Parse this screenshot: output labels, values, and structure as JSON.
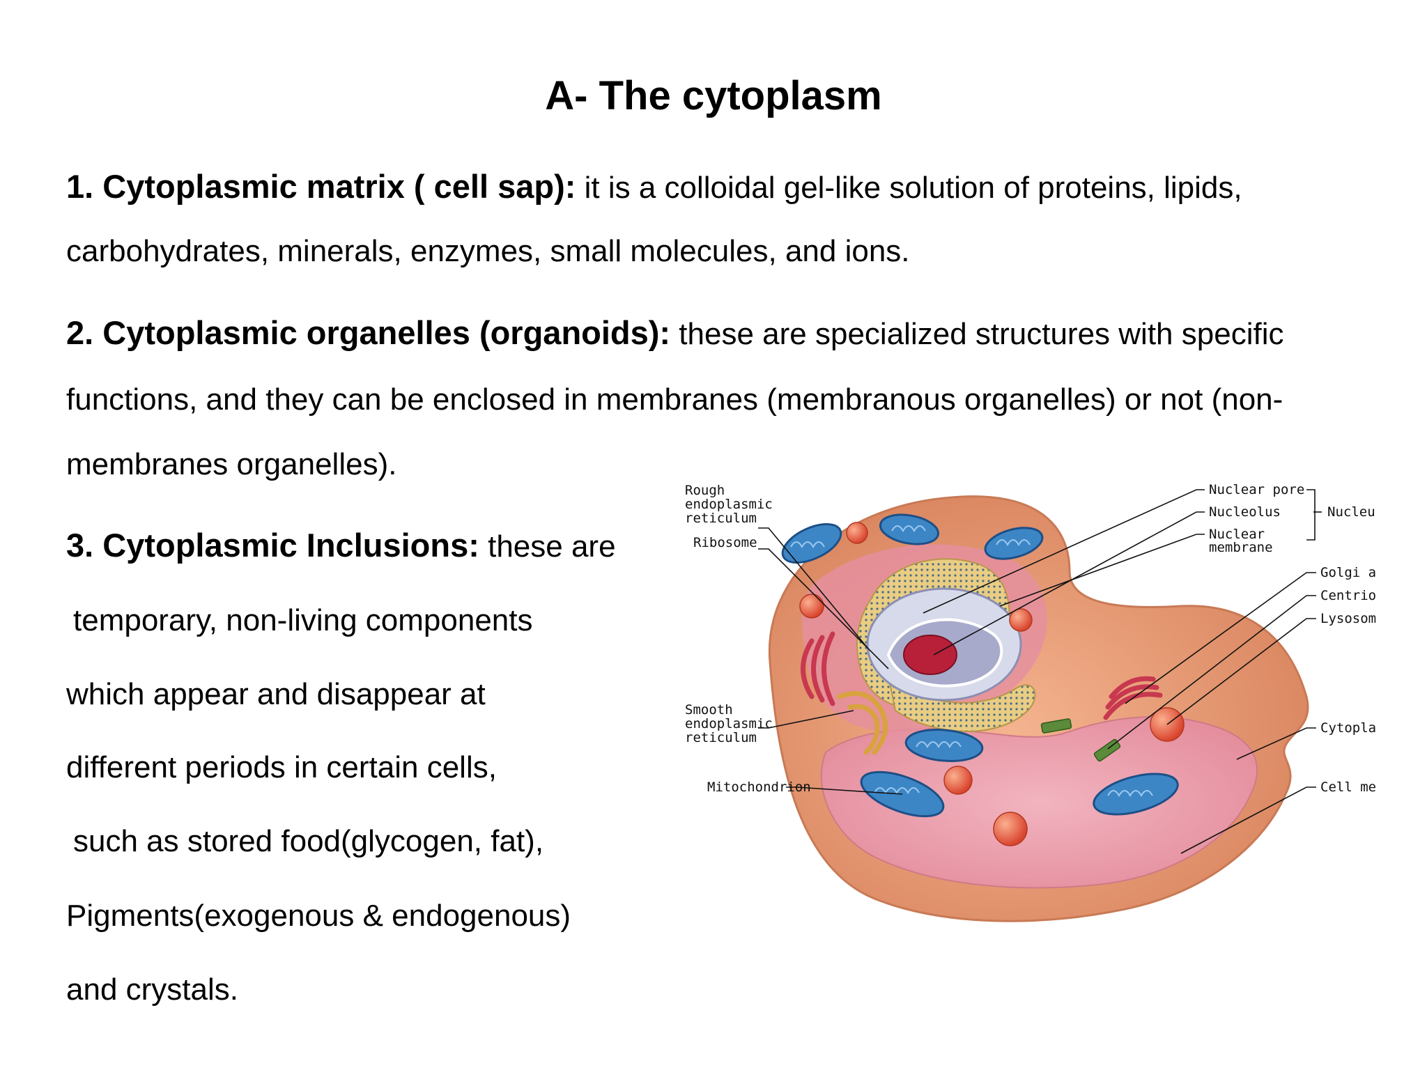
{
  "title": "A- The cytoplasm",
  "points": {
    "p1": {
      "heading": "1. Cytoplasmic matrix ( cell sap):",
      "text_line1": " it is a colloidal gel-like solution of  proteins, lipids,",
      "text_line2": "carbohydrates, minerals, enzymes, small molecules, and ions."
    },
    "p2": {
      "heading": "2. Cytoplasmic organelles (organoids):",
      "text_line1": " these are specialized structures with specific",
      "text_line2": "functions, and they can be enclosed in membranes (membranous organelles) or not (non-",
      "text_line3": "membranes organelles)."
    },
    "p3": {
      "heading": "3. Cytoplasmic Inclusions:",
      "lines": [
        " these are",
        " temporary, non-living components",
        "which appear and disappear at",
        "different periods  in certain cells,",
        " such as stored food(glycogen, fat),",
        "Pigments(exogenous & endogenous)",
        "and crystals."
      ]
    }
  },
  "diagram": {
    "labels": {
      "rough_er_1": "Rough",
      "rough_er_2": "endoplasmic",
      "rough_er_3": "reticulum",
      "ribosome": "Ribosome",
      "smooth_er_1": "Smooth",
      "smooth_er_2": "endoplasmic",
      "smooth_er_3": "reticulum",
      "mitochondrion": "Mitochondrion",
      "nuclear_pore": "Nuclear pore",
      "nucleolus": "Nucleolus",
      "nuclear_membrane_1": "Nuclear",
      "nuclear_membrane_2": "membrane",
      "nucleus": "Nucleus",
      "golgi": "Golgi apparatus",
      "centriole": "Centriole",
      "lysosome": "Lysosome",
      "cytoplasm": "Cytoplasm",
      "cell_membrane": "Cell membrane"
    },
    "colors": {
      "cell_outer": "#e8a07a",
      "cytoplasm": "#e79aa8",
      "mitochondria": "#3d86c6",
      "nucleus": "#bfc3dc",
      "nucleolus": "#c0233b",
      "golgi": "#c8384f",
      "er": "#e6c77a",
      "lysosome": "#e4553c",
      "centriole": "#5a8a3a"
    }
  }
}
